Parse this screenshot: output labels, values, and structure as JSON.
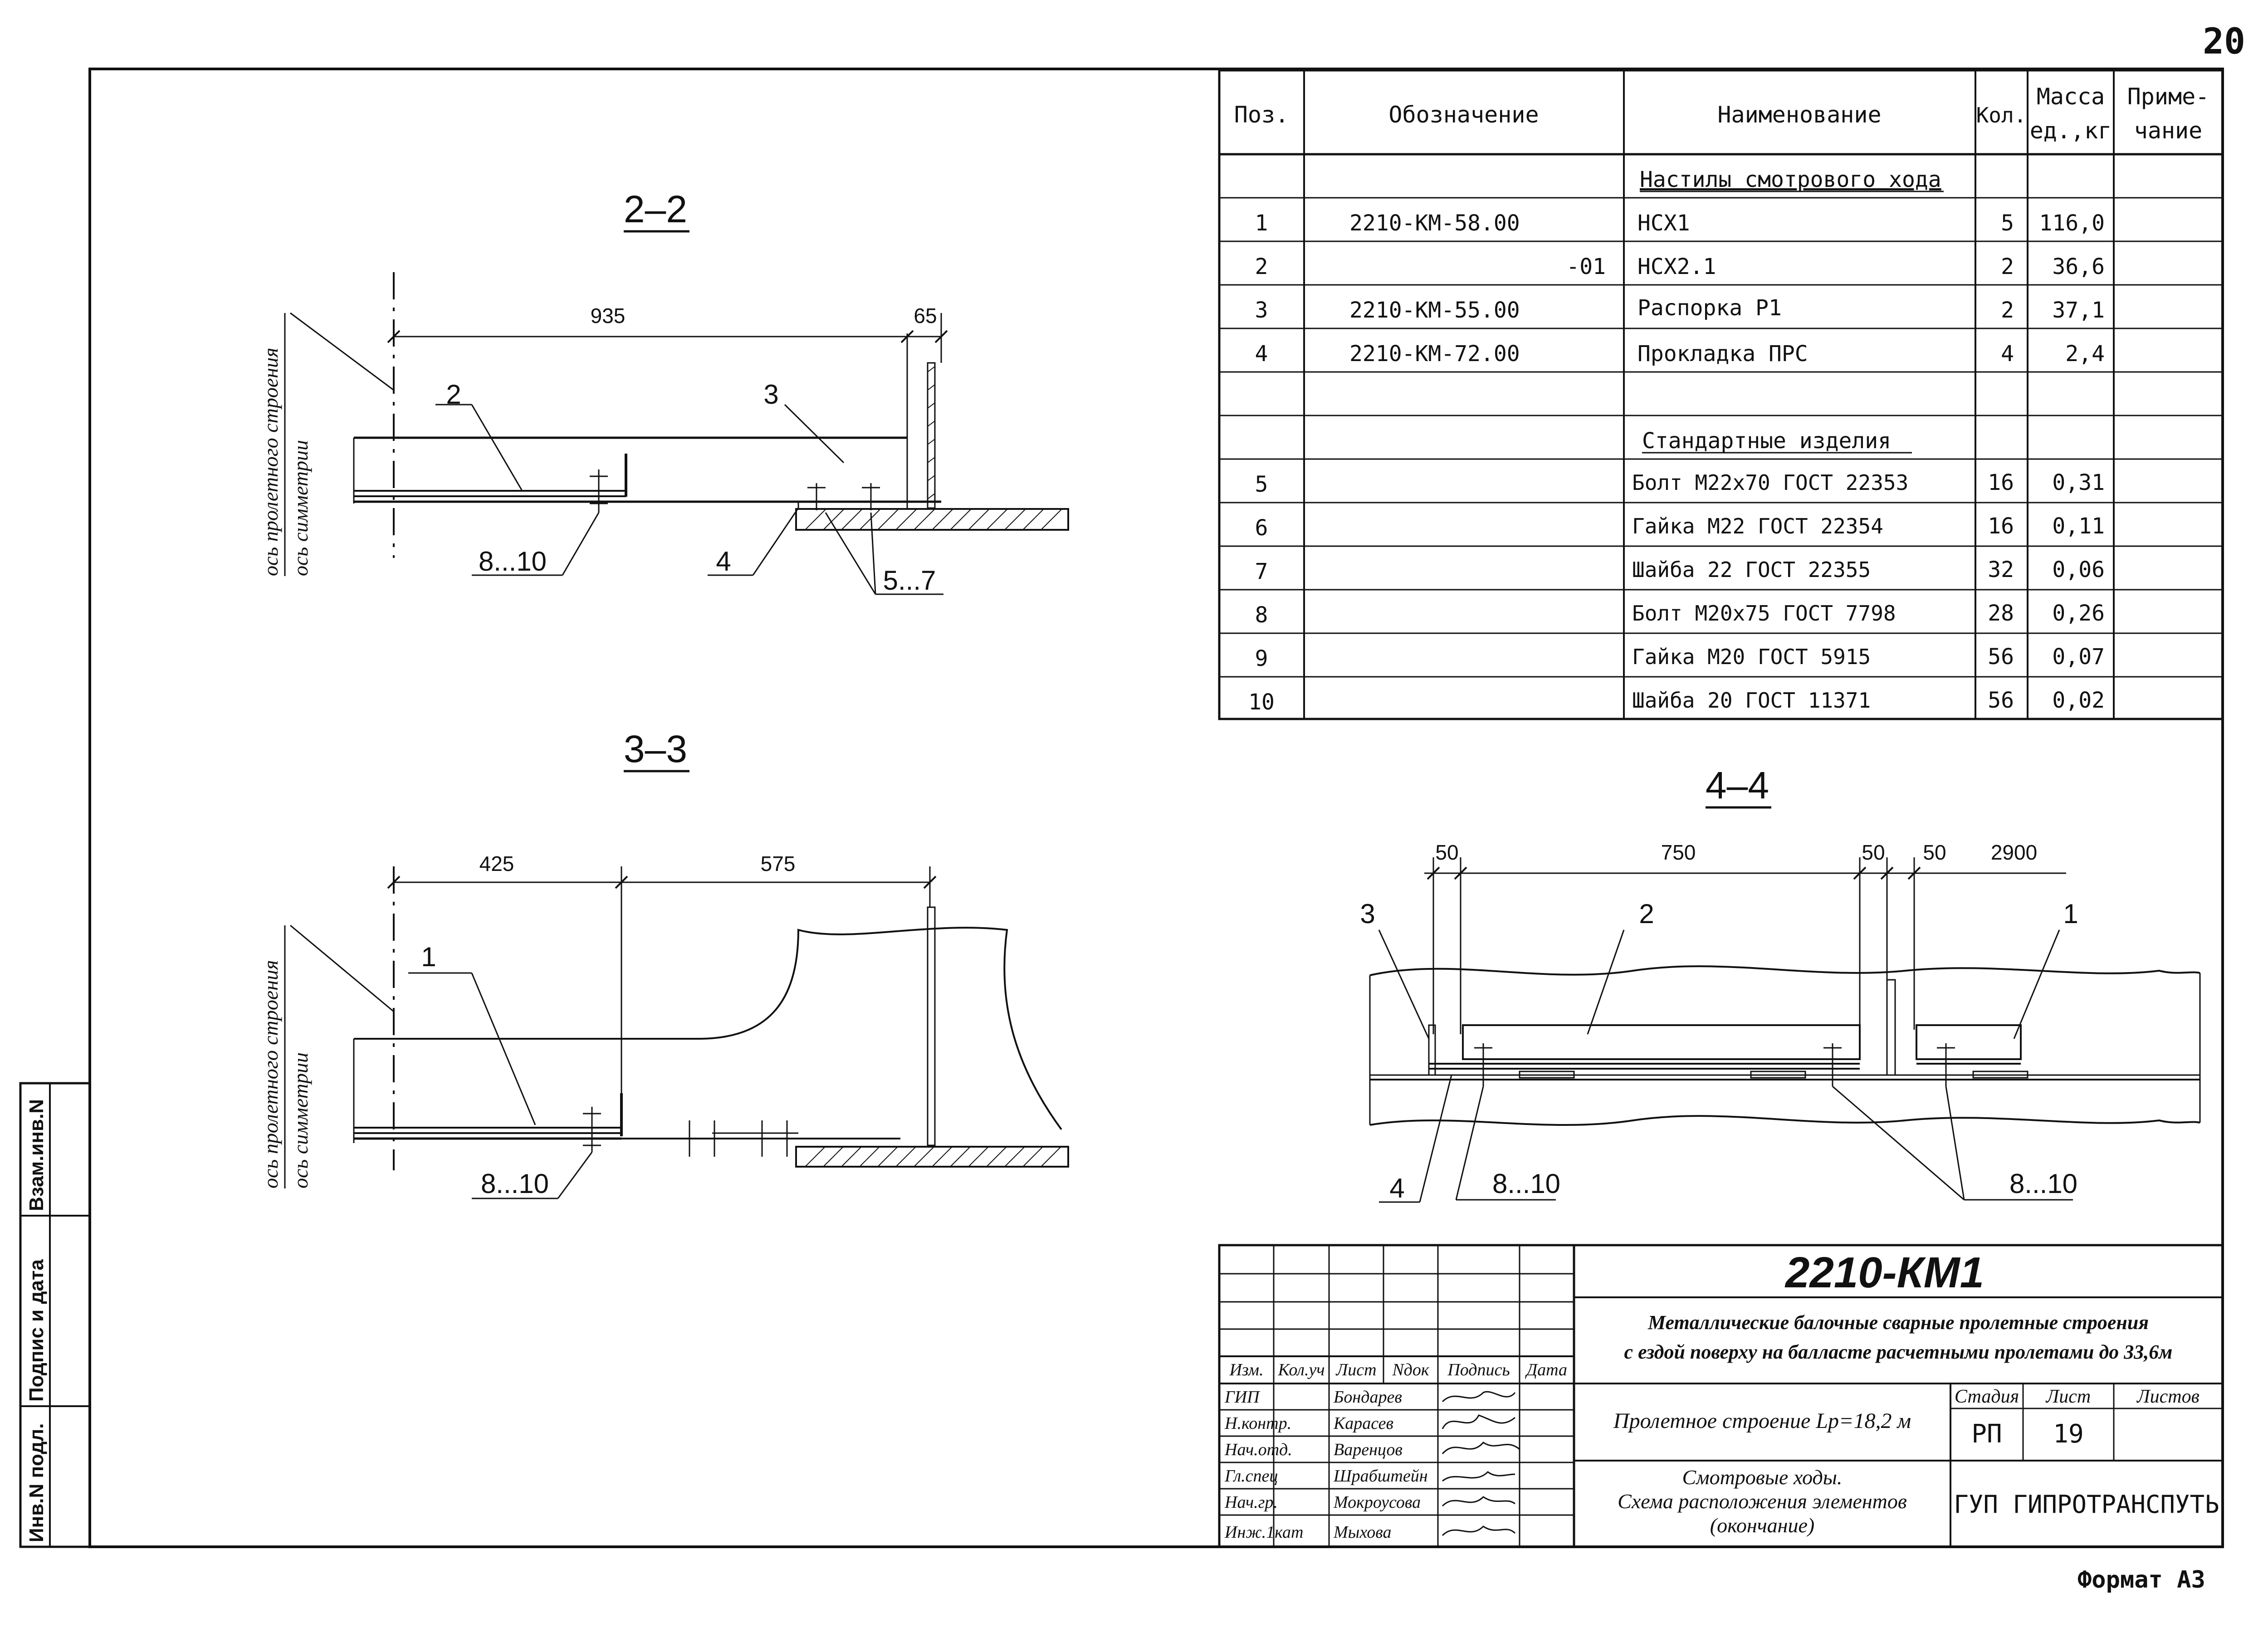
{
  "sheet_number": "20",
  "format_label": "Формат А3",
  "spec_table": {
    "headers": {
      "pos": "Поз.",
      "designation": "Обозначение",
      "name": "Наименование",
      "qty": "Кол.",
      "mass_line1": "Масса",
      "mass_line2": "ед.,кг",
      "note_line1": "Приме-",
      "note_line2": "чание"
    },
    "section1_title": "Настилы смотрового хода",
    "section2_title": "Стандартные изделия",
    "rows": [
      {
        "pos": "1",
        "designation": "2210-КМ-58.00",
        "name": "НСХ1",
        "qty": "5",
        "mass": "116,0"
      },
      {
        "pos": "2",
        "designation": "-01",
        "name": "НСХ2.1",
        "qty": "2",
        "mass": "36,6"
      },
      {
        "pos": "3",
        "designation": "2210-КМ-55.00",
        "name": "Распорка Р1",
        "qty": "2",
        "mass": "37,1"
      },
      {
        "pos": "4",
        "designation": "2210-КМ-72.00",
        "name": "Прокладка ПРС",
        "qty": "4",
        "mass": "2,4"
      },
      {
        "pos": "5",
        "designation": "",
        "name": "Болт М22х70 ГОСТ 22353",
        "qty": "16",
        "mass": "0,31"
      },
      {
        "pos": "6",
        "designation": "",
        "name": "Гайка М22 ГОСТ 22354",
        "qty": "16",
        "mass": "0,11"
      },
      {
        "pos": "7",
        "designation": "",
        "name": "Шайба 22 ГОСТ 22355",
        "qty": "32",
        "mass": "0,06"
      },
      {
        "pos": "8",
        "designation": "",
        "name": "Болт М20х75 ГОСТ 7798",
        "qty": "28",
        "mass": "0,26"
      },
      {
        "pos": "9",
        "designation": "",
        "name": "Гайка М20 ГОСТ 5915",
        "qty": "56",
        "mass": "0,07"
      },
      {
        "pos": "10",
        "designation": "",
        "name": "Шайба 20 ГОСТ 11371",
        "qty": "56",
        "mass": "0,02"
      }
    ]
  },
  "section_2_2": {
    "title": "2–2",
    "dim_main": "935",
    "dim_small": "65",
    "axis_label_1": "ось пролетного строения",
    "axis_label_2": "ось симметрии",
    "callout_2": "2",
    "callout_3": "3",
    "callout_4": "4",
    "callout_8_10": "8...10",
    "callout_5_7": "5...7"
  },
  "section_3_3": {
    "title": "3–3",
    "dim_1": "425",
    "dim_2": "575",
    "axis_label_1": "ось пролетного строения",
    "axis_label_2": "ось симметрии",
    "callout_1": "1",
    "callout_8_10": "8...10"
  },
  "section_4_4": {
    "title": "4–4",
    "dim_a": "50",
    "dim_b": "750",
    "dim_c": "50",
    "dim_d": "50",
    "dim_e": "2900",
    "callout_3": "3",
    "callout_2": "2",
    "callout_1": "1",
    "callout_4": "4",
    "callout_8_10_left": "8...10",
    "callout_8_10_right": "8...10"
  },
  "left_strip": {
    "cell1": "Инв.N подл.",
    "cell2": "Подпис и дата",
    "cell3": "Взам.инв.N"
  },
  "title_block": {
    "code": "2210-КМ1",
    "description_line1": "Металлические балочные сварные пролетные строения",
    "description_line2": "с ездой поверху на балласте расчетными пролетами до 33,6м",
    "header_izm": "Изм.",
    "header_kolu": "Кол.уч",
    "header_list": "Лист",
    "header_ndok": "Nдок",
    "header_podpis": "Подпись",
    "header_data": "Дата",
    "roles": [
      {
        "role": "ГИП",
        "name": "Бондарев"
      },
      {
        "role": "Н.контр.",
        "name": "Карасев"
      },
      {
        "role": "Нач.отд.",
        "name": "Варенцов"
      },
      {
        "role": "Гл.спец",
        "name": "Шрабштейн"
      },
      {
        "role": "Нач.гр.",
        "name": "Мокроусова"
      },
      {
        "role": "Инж.1кат",
        "name": "Мыхова"
      }
    ],
    "object_name": "Пролетное строение Lp=18,2 м",
    "drawing_name_line1": "Смотровые ходы.",
    "drawing_name_line2": "Схема расположения элементов",
    "drawing_name_line3": "(окончание)",
    "stage_label": "Стадия",
    "sheet_label": "Лист",
    "sheets_label": "Листов",
    "stage_value": "РП",
    "sheet_value": "19",
    "sheets_value": "",
    "organization": "ГУП ГИПРОТРАНСПУТЬ"
  }
}
